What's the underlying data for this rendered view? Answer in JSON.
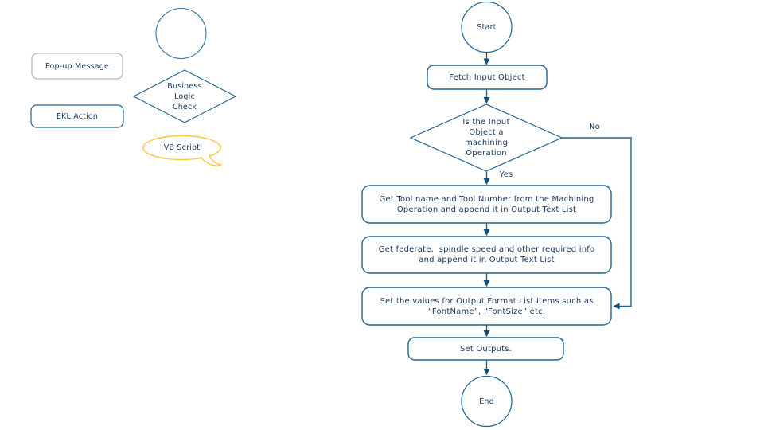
{
  "palette": {
    "stroke_blue": "#1f6391",
    "arrow_blue": "#11507d",
    "text_navy": "#17375e",
    "legend_gray_border": "#ababab",
    "vb_gold": "#fcc53f"
  },
  "legend": {
    "popup_label": "Pop-up Message",
    "diamond_lines": [
      "Business",
      "Logic",
      "Check"
    ],
    "ekl_label": "EKL Action",
    "vb_label": "VB Script"
  },
  "flow": {
    "start_label": "Start",
    "fetch_label": "Fetch Input Object",
    "decision_lines": [
      "Is the Input",
      "Object a",
      "machining",
      "Operation"
    ],
    "yes_label": "Yes",
    "no_label": "No",
    "box1_lines": [
      "Get Tool name and Tool Number from the Machining",
      "Operation and append it in Output Text List"
    ],
    "box2_lines": [
      "Get federate,  spindle speed and other required info",
      "and append it in Output Text List"
    ],
    "box3_lines": [
      "Set the values for Output Format List Items such as",
      "“FontName”, “FontSize” etc."
    ],
    "set_outputs_label": "Set Outputs.",
    "end_label": "End"
  }
}
